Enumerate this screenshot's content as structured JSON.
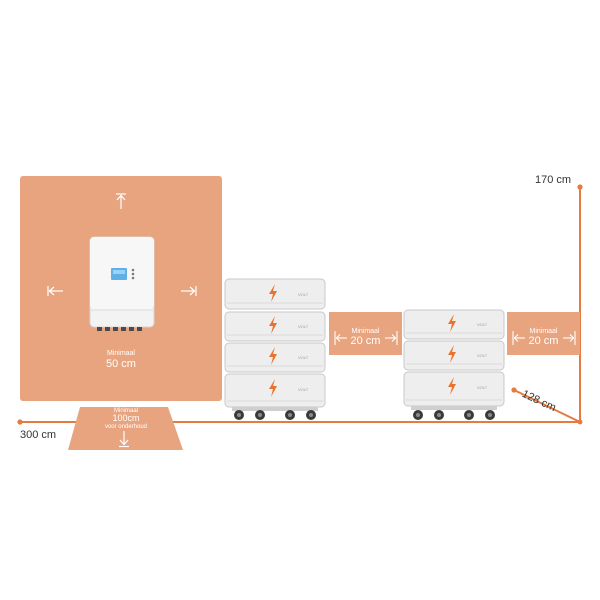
{
  "colors": {
    "clearance_zone": "#e8a47e",
    "measure_line": "#e77a3e",
    "battery_body": "#eeeeee",
    "battery_outline": "#c8c8c8",
    "brand_bolt": "#e8732f",
    "inverter_body": "#f3f3f3",
    "inverter_screen": "#5fb0e6"
  },
  "dimensions": {
    "height_label": "170 cm",
    "width_label": "300 cm",
    "depth_label": "128 cm"
  },
  "inverter_zone": {
    "caption_small": "Minimaal",
    "caption_big": "50 cm"
  },
  "floor_zone": {
    "caption_small": "Minimaal",
    "caption_big": "100cm",
    "caption_note": "voor onderhoud"
  },
  "gap_left": {
    "caption_small": "Minimaal",
    "caption_big": "20 cm"
  },
  "gap_right": {
    "caption_small": "Minimaal",
    "caption_big": "20 cm"
  },
  "icons": {
    "arrow_up": "arrow-up-to-bar-icon",
    "arrow_left": "arrow-left-to-bar-icon",
    "arrow_right": "arrow-right-to-bar-icon",
    "arrow_down": "arrow-down-to-bar-icon",
    "gap_double_arrow": "double-arrow-icon",
    "battery_bolt": "lightning-bolt-icon",
    "wheel": "caster-wheel-icon"
  },
  "battery_brand": "VOLT"
}
